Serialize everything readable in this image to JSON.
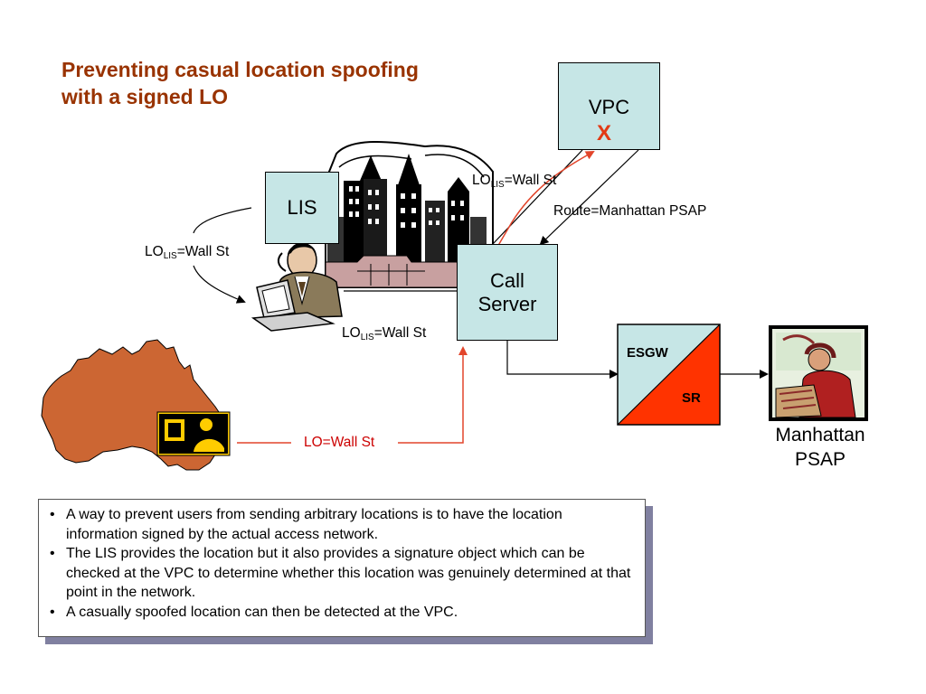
{
  "title": {
    "line1": "Preventing casual location spoofing",
    "line2": "with a signed LO"
  },
  "nodes": {
    "lis": "LIS",
    "vpc": "VPC",
    "call_server_line1": "Call",
    "call_server_line2": "Server",
    "esgw": "ESGW",
    "sr": "SR",
    "psap_line1": "Manhattan",
    "psap_line2": "PSAP"
  },
  "labels": {
    "lo_prefix": "LO",
    "lo_sub": "LIS",
    "lo_suffix": "=Wall St",
    "route": "Route=Manhattan PSAP",
    "lo_plain": "LO=Wall St",
    "vpc_reject": "X"
  },
  "colors": {
    "title": "#993300",
    "box_fill": "#c6e6e6",
    "signed_path": "#e2452b",
    "sr_fill": "#ff3300",
    "australia": "#cc6633"
  },
  "bullets": [
    "A way to prevent users from sending arbitrary locations is to have the location information signed by the actual access network.",
    "The LIS provides the location but it also provides a signature object which can be checked at the VPC to determine whether this location was genuinely determined at that point in the network.",
    "A casually spoofed location can then be detected at the VPC."
  ]
}
